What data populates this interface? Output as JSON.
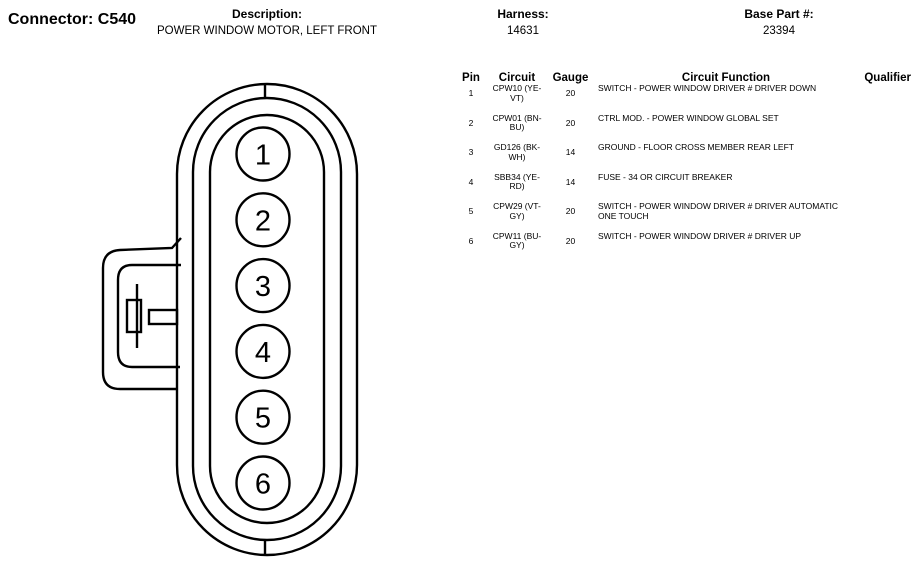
{
  "header": {
    "connector": "Connector: C540",
    "description_label": "Description:",
    "description": "POWER WINDOW MOTOR, LEFT FRONT",
    "harness_label": "Harness:",
    "harness": "14631",
    "base_part_label": "Base Part #:",
    "base_part": "23394"
  },
  "table": {
    "columns": [
      "Pin",
      "Circuit",
      "Gauge",
      "Circuit Function",
      "Qualifier"
    ],
    "rows": [
      {
        "pin": "1",
        "circuit": "CPW10 (YE-VT)",
        "gauge": "20",
        "function": "SWITCH - POWER WINDOW DRIVER # DRIVER DOWN",
        "qualifier": ""
      },
      {
        "pin": "2",
        "circuit": "CPW01 (BN-BU)",
        "gauge": "20",
        "function": "CTRL MOD. - POWER WINDOW GLOBAL SET",
        "qualifier": ""
      },
      {
        "pin": "3",
        "circuit": "GD126 (BK-WH)",
        "gauge": "14",
        "function": "GROUND - FLOOR CROSS MEMBER REAR LEFT",
        "qualifier": ""
      },
      {
        "pin": "4",
        "circuit": "SBB34 (YE-RD)",
        "gauge": "14",
        "function": "FUSE - 34 OR CIRCUIT BREAKER",
        "qualifier": ""
      },
      {
        "pin": "5",
        "circuit": "CPW29 (VT-GY)",
        "gauge": "20",
        "function": "SWITCH - POWER WINDOW DRIVER # DRIVER AUTOMATIC ONE TOUCH",
        "qualifier": ""
      },
      {
        "pin": "6",
        "circuit": "CPW11 (BU-GY)",
        "gauge": "20",
        "function": "SWITCH - POWER WINDOW DRIVER # DRIVER UP",
        "qualifier": ""
      }
    ]
  },
  "diagram": {
    "pin_labels": [
      "1",
      "2",
      "3",
      "4",
      "5",
      "6"
    ]
  }
}
